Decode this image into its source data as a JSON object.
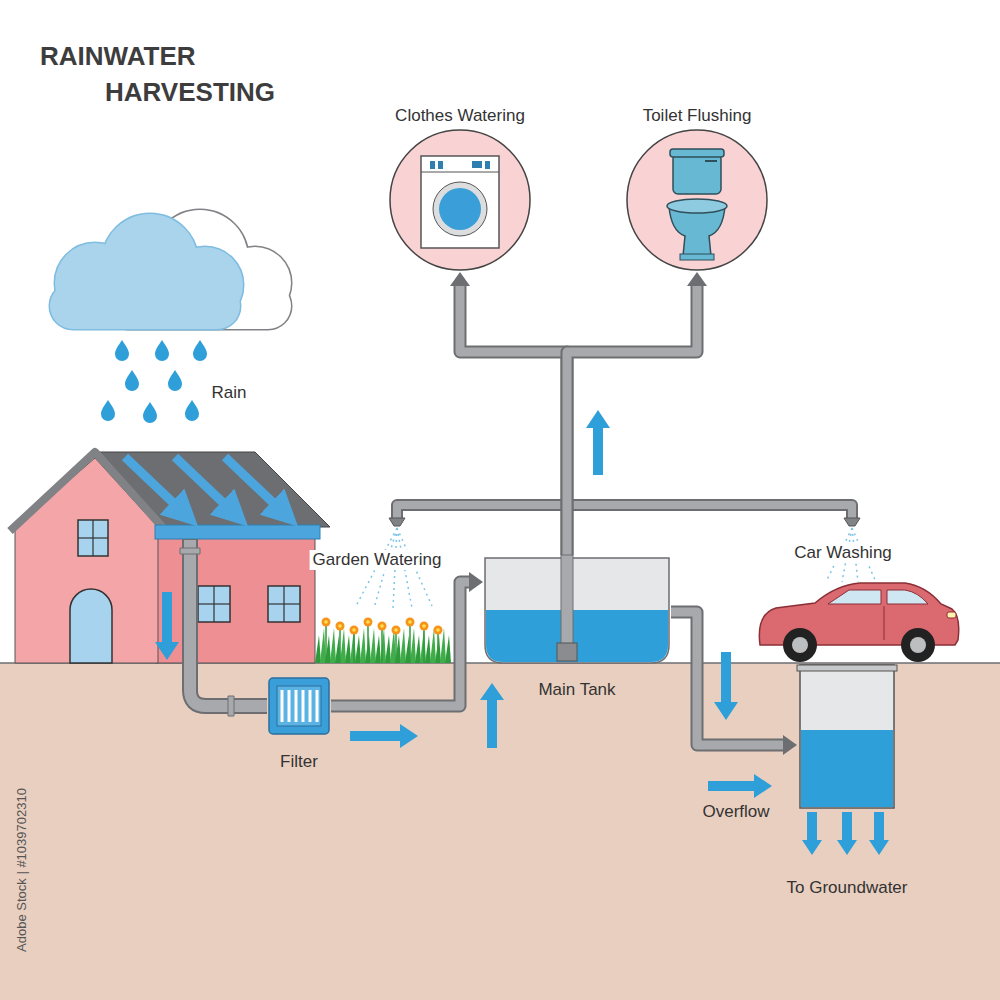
{
  "diagram": {
    "title": "RAINWATER HARVESTING",
    "nodes": [
      {
        "text": [
          "Clothes Watering"
        ]
      },
      {
        "text": [
          "Toilet Flushing"
        ]
      },
      {
        "text": [
          "Filter"
        ]
      },
      {
        "text": [
          "Main Tank"
        ]
      },
      {
        "text": [
          "To Groundwater"
        ]
      }
    ],
    "edges": [
      {
        "from": 2,
        "to": 3,
        "arrow": "to"
      },
      {
        "from": 3,
        "to": 0,
        "arrow": "to"
      },
      {
        "from": 3,
        "to": 1,
        "arrow": "to"
      },
      {
        "from": 3,
        "to": 4,
        "label": "Overflow",
        "arrow": "to"
      }
    ],
    "labels": [
      "Rain",
      "Garden Watering",
      "Car Washing",
      "Adobe Stock | #1039702310"
    ]
  }
}
